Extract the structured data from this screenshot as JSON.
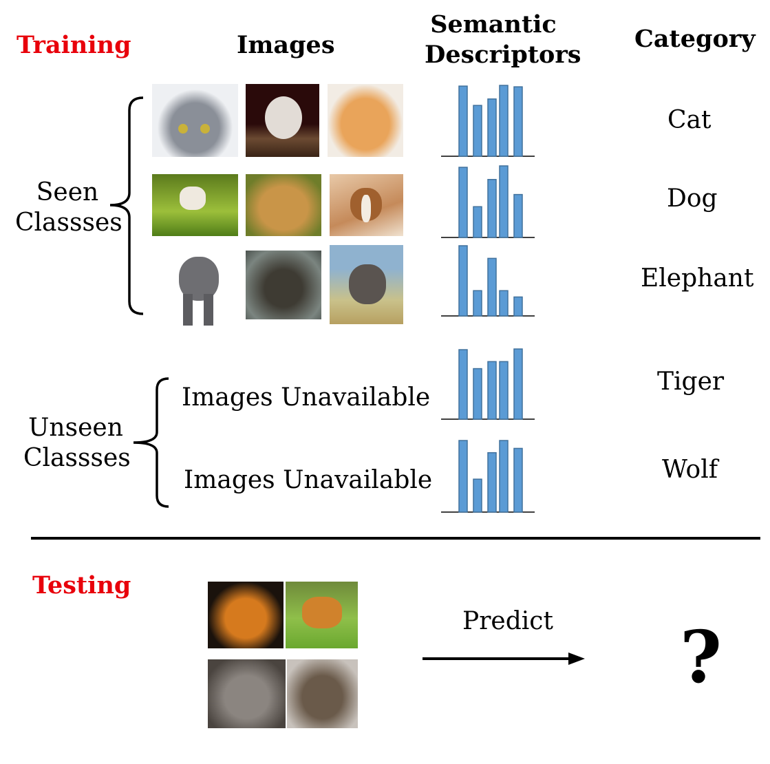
{
  "training": {
    "section_label": "Training",
    "images_header": "Images",
    "descriptors_header_line1": "Semantic",
    "descriptors_header_line2": "Descriptors",
    "category_header": "Category"
  },
  "seen": {
    "label_line1": "Seen",
    "label_line2": "Classses",
    "categories": [
      "Cat",
      "Dog",
      "Elephant"
    ],
    "descriptors": [
      [
        0.98,
        0.71,
        0.8,
        0.99,
        0.97
      ],
      [
        0.98,
        0.43,
        0.81,
        1.0,
        0.6
      ],
      [
        1.0,
        0.36,
        0.82,
        0.36,
        0.27
      ]
    ]
  },
  "unseen": {
    "label_line1": "Unseen",
    "label_line2": "Classses",
    "categories": [
      "Tiger",
      "Wolf"
    ],
    "images_unavailable": [
      "Images Unavailable",
      "Images Unavailable"
    ],
    "descriptors": [
      [
        0.99,
        0.72,
        0.82,
        0.82,
        1.0
      ],
      [
        1.0,
        0.46,
        0.83,
        1.0,
        0.89
      ]
    ]
  },
  "testing": {
    "section_label": "Testing",
    "predict_label": "Predict",
    "question_mark": "?"
  },
  "colors": {
    "accent_red": "#e8000b",
    "bar_fill": "#5b9bd5",
    "bar_stroke": "#41719c"
  }
}
